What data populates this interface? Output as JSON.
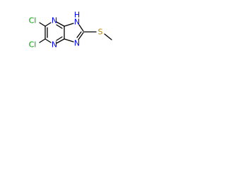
{
  "molecule": {
    "atom_labels": {
      "cl_top": "Cl",
      "cl_bottom": "Cl",
      "n_top": "N",
      "n_bottom": "N",
      "nh": "N",
      "h": "H",
      "n_imidazole": "N",
      "s": "S"
    },
    "colors": {
      "bond": "#000000",
      "nitrogen": "#0000ff",
      "chlorine": "#00a000",
      "sulfur": "#b8860b"
    }
  }
}
